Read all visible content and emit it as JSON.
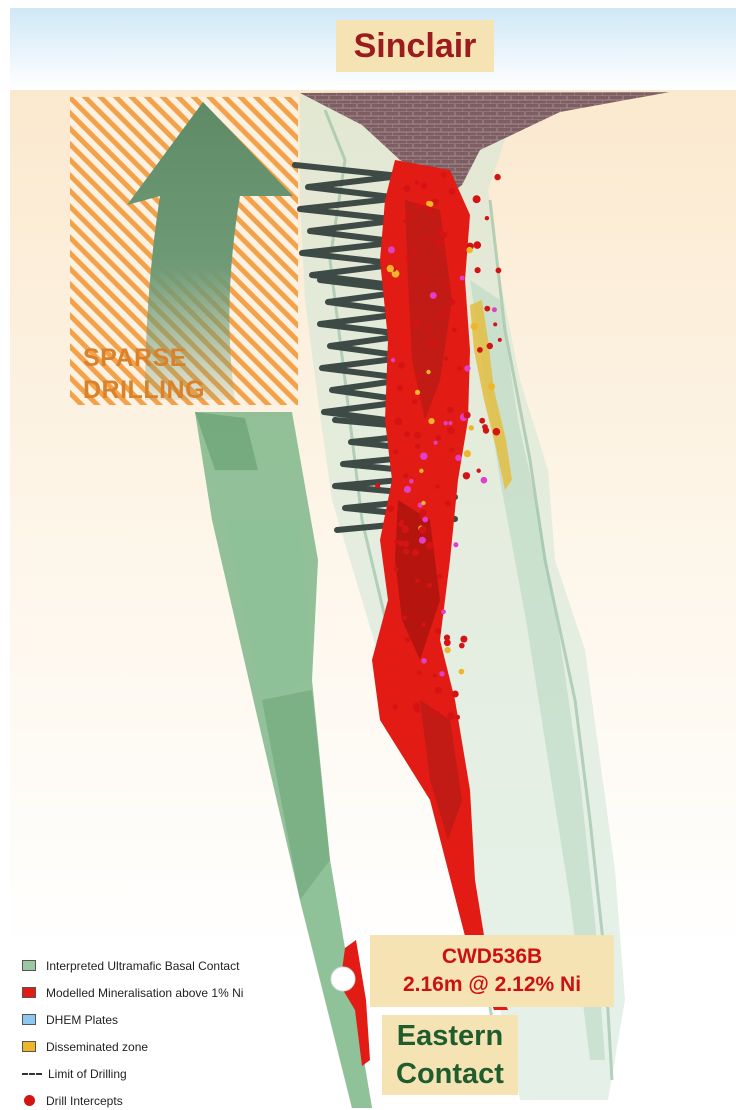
{
  "title": "Sinclair",
  "sparse_drilling": [
    "SPARSE",
    "DRILLING"
  ],
  "intercept": {
    "hole_id": "CWD536B",
    "result": "2.16m @ 2.12% Ni"
  },
  "eastern_contact": [
    "Eastern",
    "Contact"
  ],
  "legend": [
    {
      "label": "Interpreted Ultramafic Basal Contact",
      "color": "#9cc8a2",
      "symbol": "swatch"
    },
    {
      "label": "Modelled Mineralisation above 1% Ni",
      "color": "#e21b14",
      "symbol": "swatch"
    },
    {
      "label": "DHEM Plates",
      "color": "#8ec7ef",
      "symbol": "swatch"
    },
    {
      "label": "Disseminated zone",
      "color": "#f0b629",
      "symbol": "swatch"
    },
    {
      "label": "Limit of Drilling",
      "color": "#333333",
      "symbol": "dashed-line"
    },
    {
      "label": "Drill Intercepts",
      "color": "#d41414",
      "symbol": "dot"
    }
  ],
  "colors": {
    "mineralisation": "#e21b14",
    "contact_green": "#7fb689",
    "hatch_orange": "#f4a24a",
    "label_fill": "#f6e3b4",
    "title_text": "#9b1b1e",
    "eastern_text": "#1f5c2e"
  }
}
